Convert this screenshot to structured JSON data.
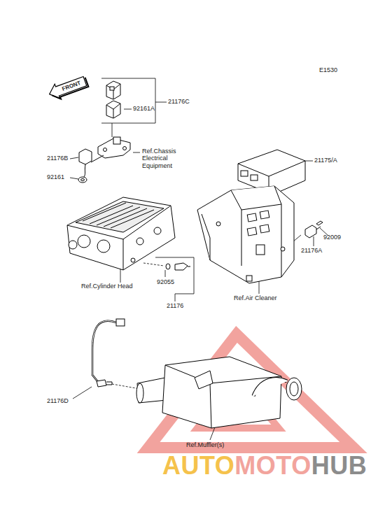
{
  "diagram": {
    "labels": [
      "E1530",
      "FRONT",
      "21176C",
      "92161A",
      "21176B",
      "Ref.Chassis Electrical Equipment",
      "92161",
      "21175/A",
      "92009",
      "21176A",
      "Ref.Cylinder Head",
      "92055",
      "21176",
      "Ref.Air Cleaner",
      "21176D",
      "Ref.Muffler(s)",
      "AUTO",
      "MOTO",
      "HUB"
    ]
  }
}
